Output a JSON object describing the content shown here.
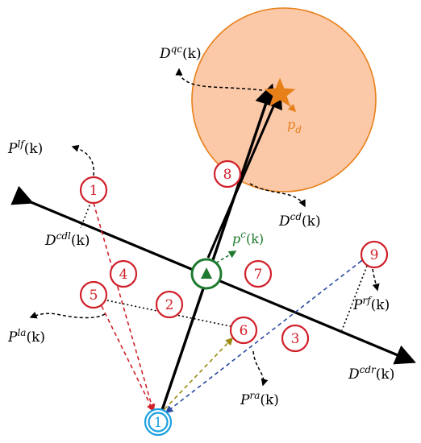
{
  "labels": {
    "dqc": "D^qc(k)",
    "dcd": "D^cd(k)",
    "dcdl": "D^cdl(k)",
    "dcdr": "D^cdr(k)",
    "plf": "P^lf(k)",
    "pla": "P^la(k)",
    "pra": "P^ra(k)",
    "prf": "P^rf(k)",
    "pc": "p^c(k)",
    "pd": "p_d"
  },
  "label_parts": {
    "dqc": {
      "base": "D",
      "sup": "qc",
      "tail": "(k)"
    },
    "dcd": {
      "base": "D",
      "sup": "cd",
      "tail": "(k)"
    },
    "dcdl": {
      "base": "D",
      "sup": "cdl",
      "tail": "(k)"
    },
    "dcdr": {
      "base": "D",
      "sup": "cdr",
      "tail": "(k)"
    },
    "plf": {
      "base": "P",
      "sup": "lf",
      "tail": "(k)"
    },
    "pla": {
      "base": "P",
      "sup": "la",
      "tail": "(k)"
    },
    "pra": {
      "base": "P",
      "sup": "ra",
      "tail": "(k)"
    },
    "prf": {
      "base": "P",
      "sup": "rf",
      "tail": "(k)"
    },
    "pc": {
      "base": "p",
      "sup": "c",
      "tail": "(k)"
    },
    "pd": {
      "base": "p",
      "sub": "d"
    }
  },
  "nodes": {
    "n1": "1",
    "n2": "2",
    "n3": "3",
    "n4": "4",
    "n5": "5",
    "n6": "6",
    "n7": "7",
    "n8": "8",
    "n9": "9",
    "ego": "1"
  },
  "colors": {
    "red": "#d0202a",
    "blue_ego": "#1aa0e0",
    "green": "#1d7a2e",
    "orange": "#e8801a",
    "circle_fill": "#fbc8a8",
    "dash_blue": "#2a4aa0",
    "dash_olive": "#9a8a10"
  }
}
